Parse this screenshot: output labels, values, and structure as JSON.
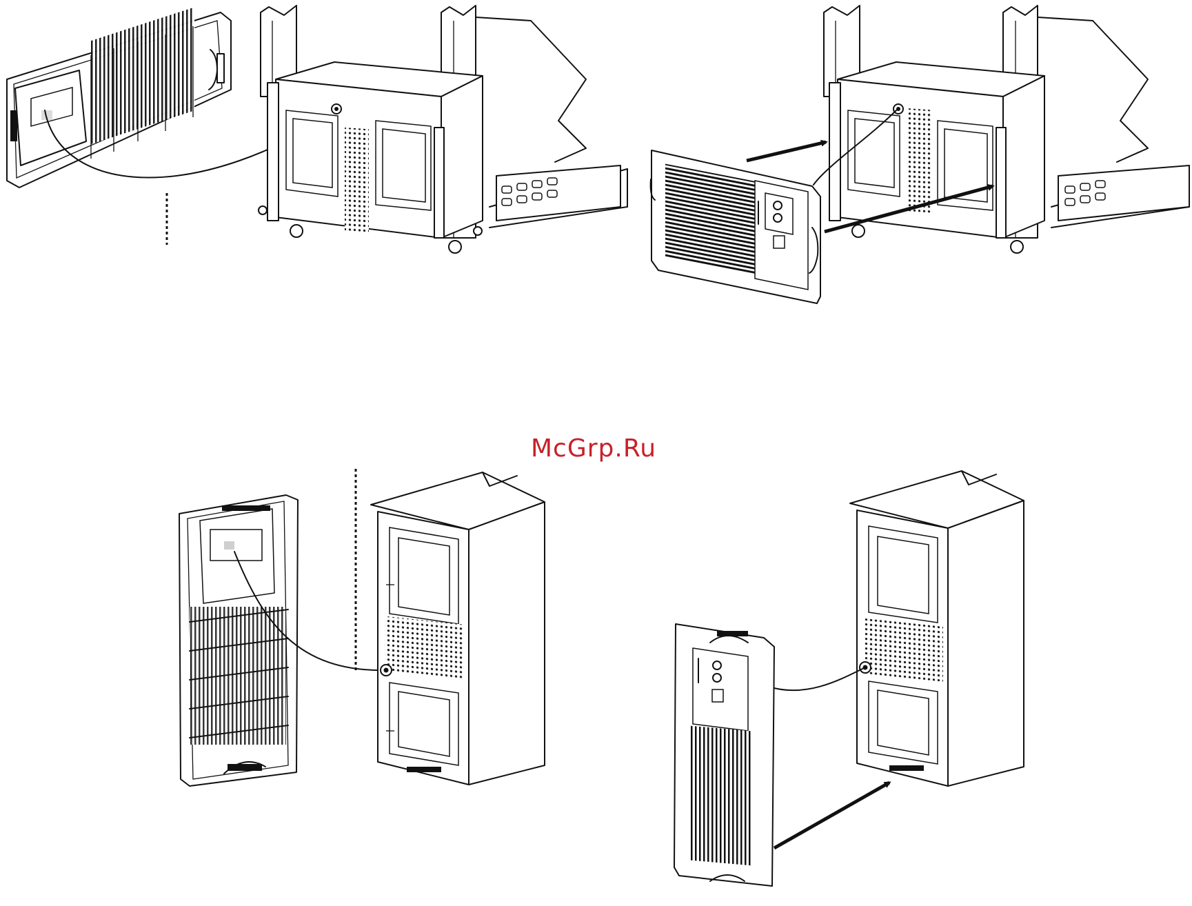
{
  "watermark": {
    "text": "McGrp.Ru",
    "color": "#c8202a"
  },
  "colors": {
    "line": "#111111",
    "background": "#ffffff"
  },
  "figures": [
    {
      "id": "rack-front-panel-removal"
    },
    {
      "id": "rack-front-panel-install"
    },
    {
      "id": "tower-front-panel-removal"
    },
    {
      "id": "tower-front-panel-install"
    }
  ]
}
